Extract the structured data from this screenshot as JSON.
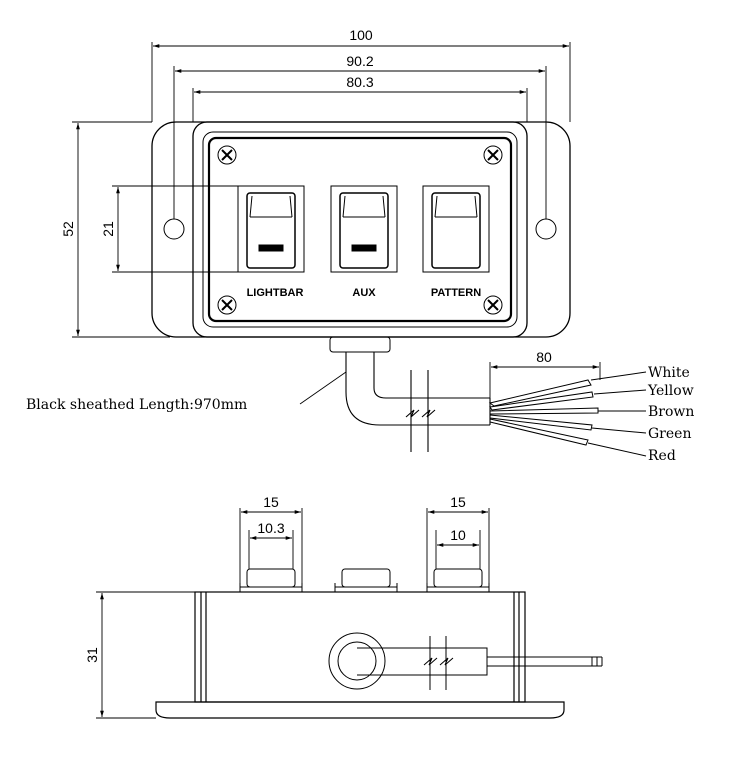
{
  "top_view": {
    "dim_overall_width": "100",
    "dim_hole_spacing": "90.2",
    "dim_panel_width": "80.3",
    "dim_overall_height": "52",
    "dim_switch_height": "21",
    "switch_labels": [
      "LIGHTBAR",
      "AUX",
      "PATTERN"
    ]
  },
  "cable": {
    "label": "Black sheathed Length:970mm",
    "dim_strip_length": "80",
    "wires": [
      "White",
      "Yellow",
      "Brown",
      "Green",
      "Red"
    ]
  },
  "side_view": {
    "dim_left_switch_outer": "15",
    "dim_left_switch_inner": "10.3",
    "dim_right_switch_outer": "15",
    "dim_right_switch_inner": "10",
    "dim_height": "31"
  }
}
